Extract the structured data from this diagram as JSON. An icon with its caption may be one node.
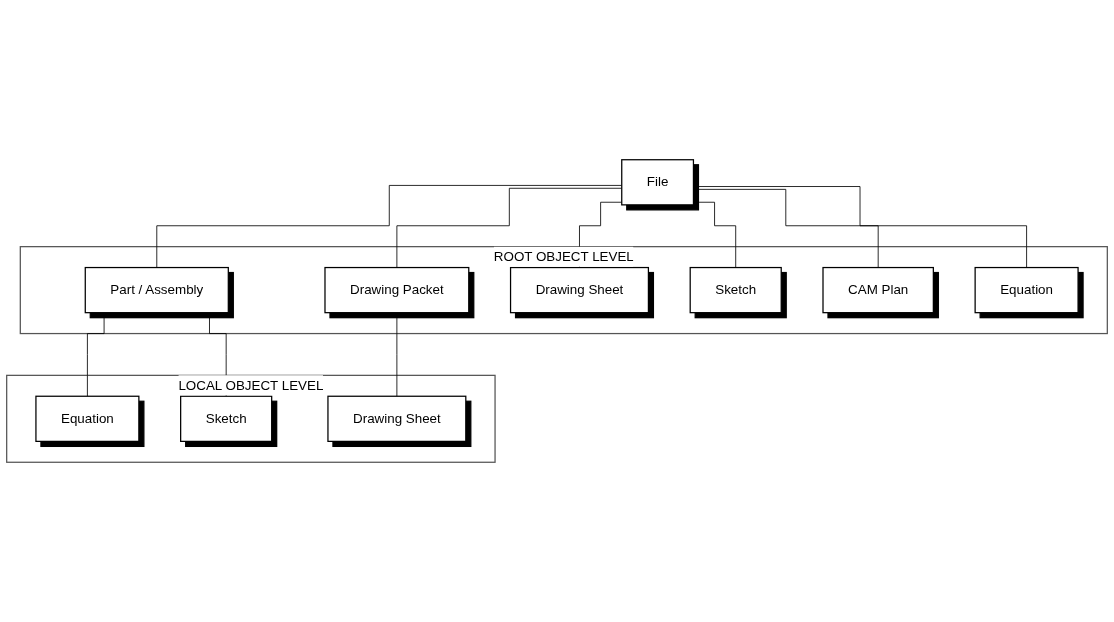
{
  "diagram": {
    "nodes": [
      {
        "text": [
          "File"
        ]
      },
      {
        "text": [
          "ROOT OBJECT LEVEL"
        ]
      },
      {
        "text": [
          "Part / Assembly"
        ],
        "in": 1
      },
      {
        "text": [
          "Drawing Packet"
        ],
        "in": 1
      },
      {
        "text": [
          "Drawing Sheet"
        ],
        "in": 1
      },
      {
        "text": [
          "Sketch"
        ],
        "in": 1
      },
      {
        "text": [
          "CAM Plan"
        ],
        "in": 1
      },
      {
        "text": [
          "Equation"
        ],
        "in": 1
      },
      {
        "text": [
          "LOCAL OBJECT LEVEL"
        ]
      },
      {
        "text": [
          "Equation"
        ],
        "in": 8
      },
      {
        "text": [
          "Sketch"
        ],
        "in": 8
      },
      {
        "text": [
          "Drawing Sheet"
        ],
        "in": 8
      }
    ],
    "edges": [
      {
        "from": 0,
        "to": 2,
        "arrow": "none"
      },
      {
        "from": 0,
        "to": 3,
        "arrow": "none"
      },
      {
        "from": 0,
        "to": 4,
        "arrow": "none"
      },
      {
        "from": 0,
        "to": 5,
        "arrow": "none"
      },
      {
        "from": 0,
        "to": 6,
        "arrow": "none"
      },
      {
        "from": 0,
        "to": 7,
        "arrow": "none"
      },
      {
        "from": 2,
        "to": 9,
        "arrow": "none"
      },
      {
        "from": 2,
        "to": 10,
        "arrow": "none"
      },
      {
        "from": 3,
        "to": 11,
        "arrow": "none"
      }
    ]
  }
}
